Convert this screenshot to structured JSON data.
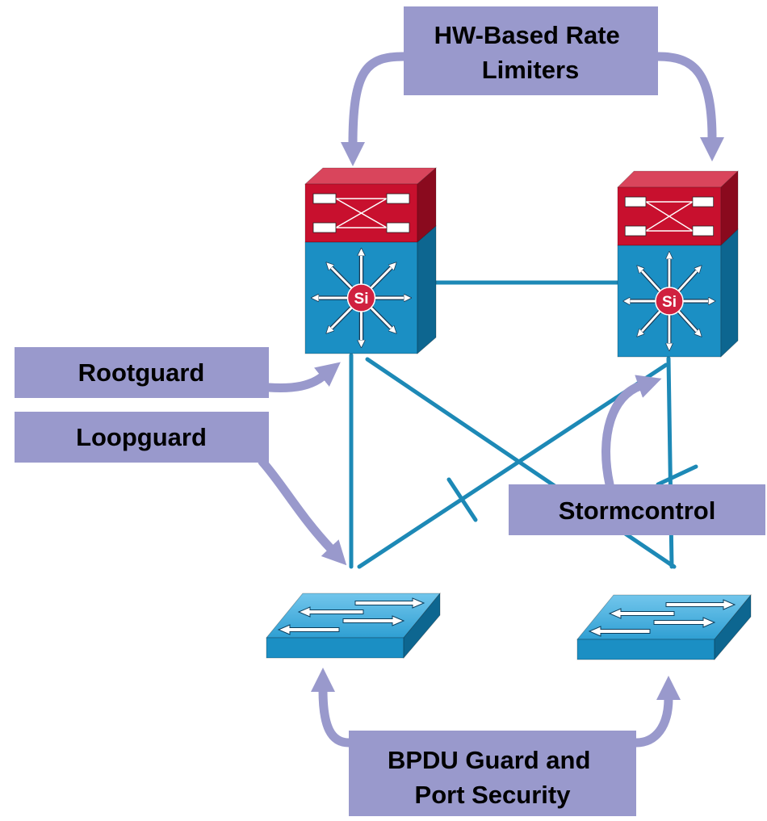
{
  "diagram": {
    "callouts": {
      "hw_rate_limiters": {
        "line1": "HW-Based Rate",
        "line2": "Limiters"
      },
      "rootguard": "Rootguard",
      "loopguard": "Loopguard",
      "stormcontrol": "Stormcontrol",
      "bpdu_guard": {
        "line1": "BPDU Guard and",
        "line2": "Port Security"
      }
    },
    "distribution_switches": [
      {
        "icon": "multilayer-switch-icon",
        "badge": "Si"
      },
      {
        "icon": "multilayer-switch-icon",
        "badge": "Si"
      }
    ],
    "access_switches": [
      {
        "icon": "workgroup-switch-icon"
      },
      {
        "icon": "workgroup-switch-icon"
      }
    ]
  },
  "colors": {
    "callout": "#9999cc",
    "link": "#1d89b6",
    "label_text": "#000000",
    "switch_blue": "#1b8fc4",
    "switch_red": "#c8102e",
    "si_badge": "#d0213f"
  }
}
